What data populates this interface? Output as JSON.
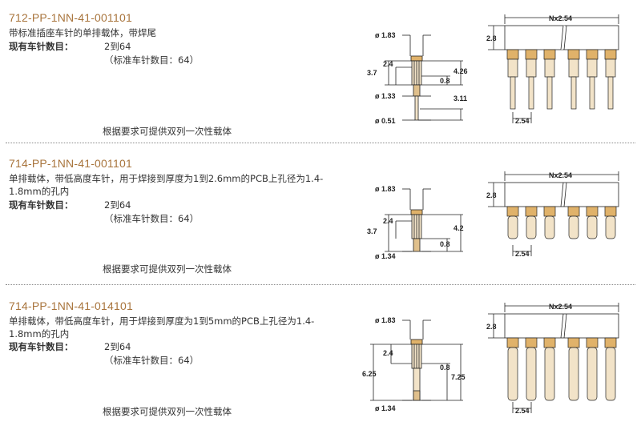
{
  "sections": [
    {
      "part_number": "712-PP-1NN-41-001101",
      "description": "带标准插座车针的单排载体，带焊尾",
      "available_label": "现有车针数目：",
      "range": "2到64",
      "standard": "（标准车针数目：64）",
      "note": "根据要求可提供双列一次性载体",
      "dims": {
        "d_top": "ø 1.83",
        "l_a": "3.7",
        "l_b": "2.4",
        "l_c": "4.26",
        "l_d": "0.8",
        "d_mid": "ø 1.33",
        "l_e": "3.11",
        "d_bot": "ø 0.51"
      },
      "side": {
        "pitch_total": "Nx2.54",
        "height": "2.8",
        "pitch": "2.54"
      }
    },
    {
      "part_number": "714-PP-1NN-41-001101",
      "description": "单排载体，带低高度车针，用于焊接到厚度为1到2.6mm的PCB上孔径为1.4-1.8mm的孔内",
      "available_label": "现有车针数目：",
      "range": "2到64",
      "standard": "（标准车针数目：64）",
      "note": "根据要求可提供双列一次性载体",
      "dims": {
        "d_top": "ø 1.83",
        "l_a": "3.7",
        "l_b": "2.4",
        "l_c": "4.2",
        "l_d": "0.8",
        "d_bot": "ø 1.34"
      },
      "side": {
        "pitch_total": "Nx2.54",
        "height": "2.8",
        "pitch": "2.54"
      }
    },
    {
      "part_number": "714-PP-1NN-41-014101",
      "description": "单排载体，带低高度车针，用于焊接到厚度为1到5mm的PCB上孔径为1.4-1.8mm的孔内",
      "available_label": "现有车针数目：",
      "range": "2到64",
      "standard": "（标准车针数目：64）",
      "note": "根据要求可提供双列一次性载体",
      "dims": {
        "d_top": "ø 1.83",
        "l_a": "6.25",
        "l_b": "2.4",
        "l_c": "7.25",
        "l_d": "0.8",
        "d_bot": "ø 1.34"
      },
      "side": {
        "pitch_total": "Nx2.54",
        "height": "2.8",
        "pitch": "2.54"
      }
    }
  ]
}
